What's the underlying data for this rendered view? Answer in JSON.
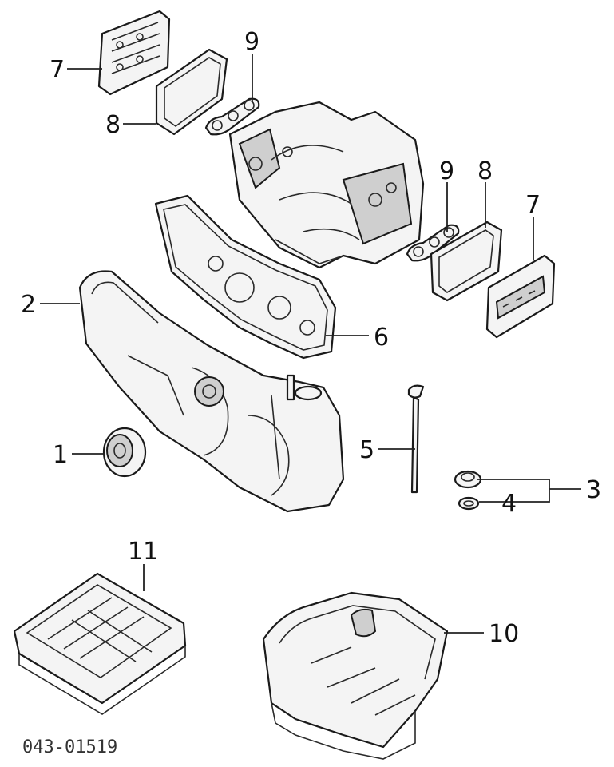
{
  "diagram": {
    "callouts": {
      "c1": "1",
      "c2": "2",
      "c3": "3",
      "c4": "4",
      "c5": "5",
      "c6": "6",
      "c7a": "7",
      "c7b": "7",
      "c8a": "8",
      "c8b": "8",
      "c9a": "9",
      "c9b": "9",
      "c10": "10",
      "c11": "11"
    },
    "diagram_code": "043-01519"
  }
}
